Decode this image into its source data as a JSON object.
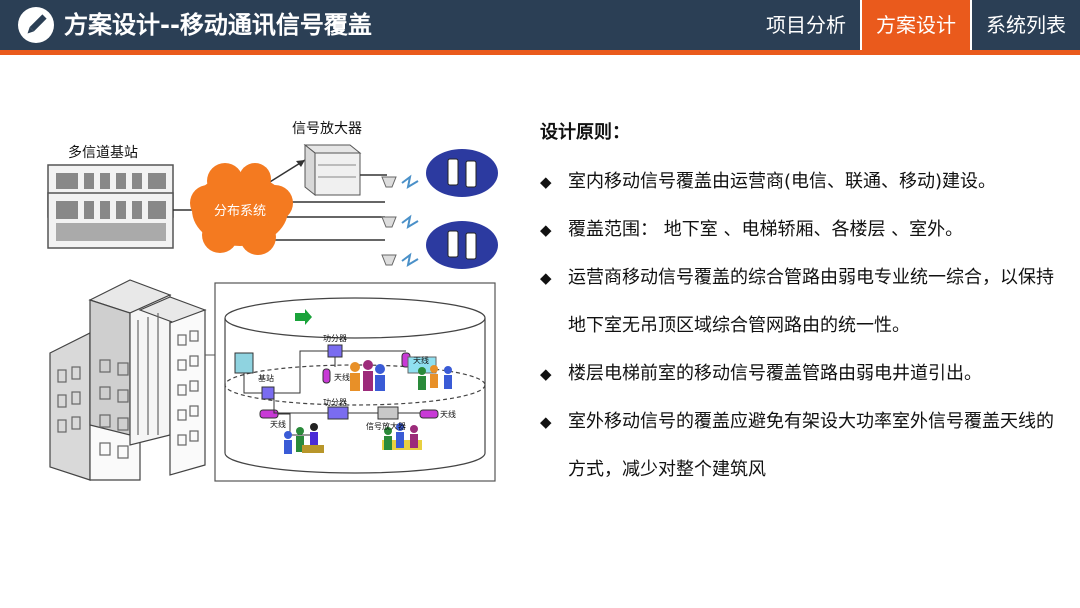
{
  "header": {
    "title": "方案设计--移动通讯信号覆盖",
    "nav": [
      "项目分析",
      "方案设计",
      "系统列表"
    ],
    "active_nav": 1,
    "colors": {
      "bar": "#2b3f55",
      "accent": "#ea5a1c"
    }
  },
  "diagram": {
    "base_station_label": "多信道基站",
    "amplifier_label": "信号放大器",
    "cloud_label": "分布系统",
    "inset": {
      "splitter_top": "功分器",
      "splitter_mid": "功分器",
      "base_station": "基站",
      "antenna_1": "天线",
      "antenna_2": "天线",
      "antenna_3": "天线",
      "antenna_4": "天线",
      "amplifier": "信号放大器"
    }
  },
  "content": {
    "heading": "设计原则：",
    "bullet_icon": "diamond-bullet",
    "items": [
      "室内移动信号覆盖由运营商(电信、联通、移动)建设。",
      "覆盖范围： 地下室 、电梯轿厢、各楼层 、室外。",
      "运营商移动信号覆盖的综合管路由弱电专业统一综合，以保持地下室无吊顶区域综合管网路由的统一性。",
      "楼层电梯前室的移动信号覆盖管路由弱电井道引出。",
      "室外移动信号的覆盖应避免有架设大功率室外信号覆盖天线的方式，减少对整个建筑风"
    ]
  }
}
